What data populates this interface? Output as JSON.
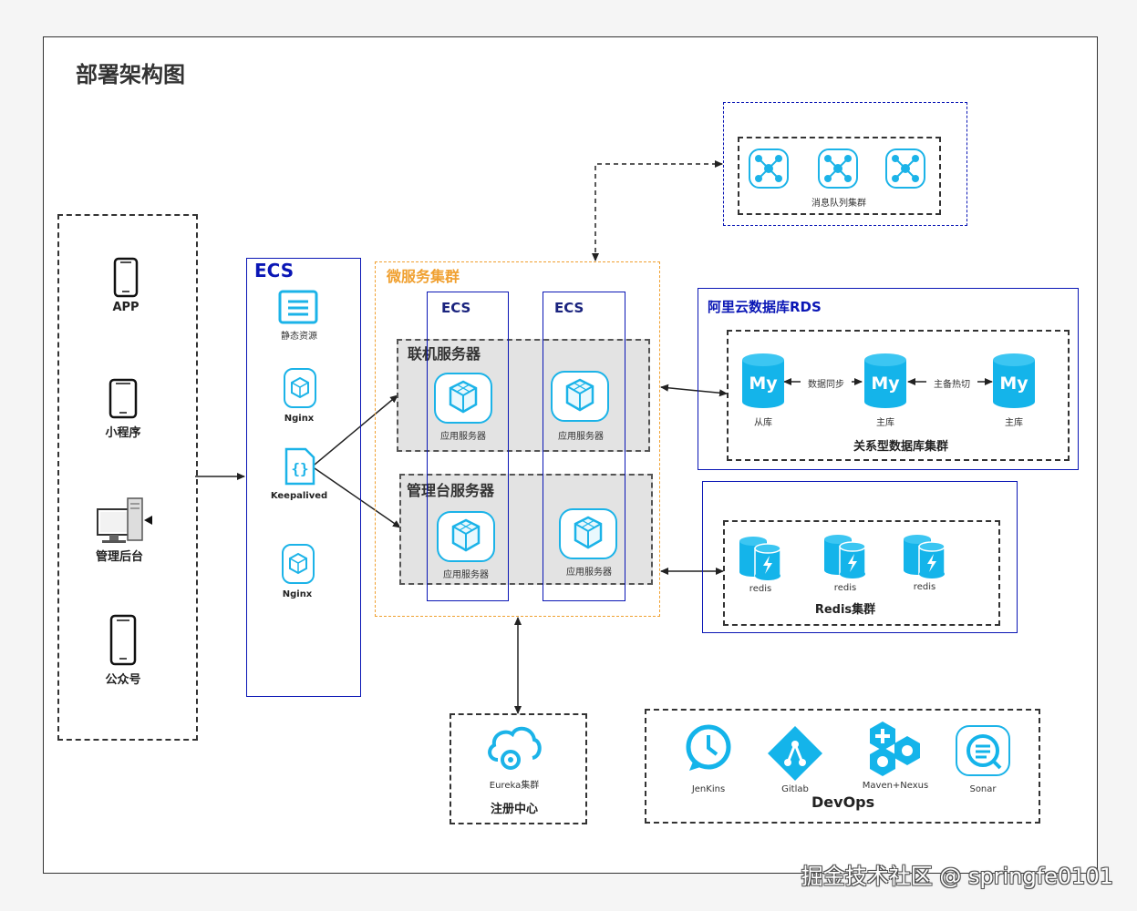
{
  "title": "部署架构图",
  "clients": {
    "app": "APP",
    "miniprogram": "小程序",
    "admin": "管理后台",
    "official": "公众号"
  },
  "ecs_gateway": {
    "label": "ECS",
    "static": "静态资源",
    "nginx1": "Nginx",
    "keepalived": "Keepalived",
    "nginx2": "Nginx"
  },
  "micro": {
    "label": "微服务集群",
    "ecs1": "ECS",
    "ecs2": "ECS",
    "online": "联机服务器",
    "mgmt": "管理台服务器",
    "app_server": "应用服务器"
  },
  "mq": {
    "label": "消息队列集群"
  },
  "rds": {
    "label": "阿里云数据库RDS",
    "sync": "数据同步",
    "failover": "主备热切",
    "slave": "从库",
    "master": "主库",
    "cluster": "关系型数据库集群",
    "my": "My"
  },
  "redis": {
    "node": "redis",
    "cluster": "Redis集群"
  },
  "eureka": {
    "node": "Eureka集群",
    "label": "注册中心"
  },
  "devops": {
    "jenkins": "JenKins",
    "gitlab": "Gitlab",
    "maven": "Maven+Nexus",
    "sonar": "Sonar",
    "label": "DevOps"
  },
  "watermark": "掘金技术社区 @ springfe0101",
  "colors": {
    "blue": "#0a16b5",
    "orange": "#f0a030",
    "icon": "#1bb3e8"
  }
}
